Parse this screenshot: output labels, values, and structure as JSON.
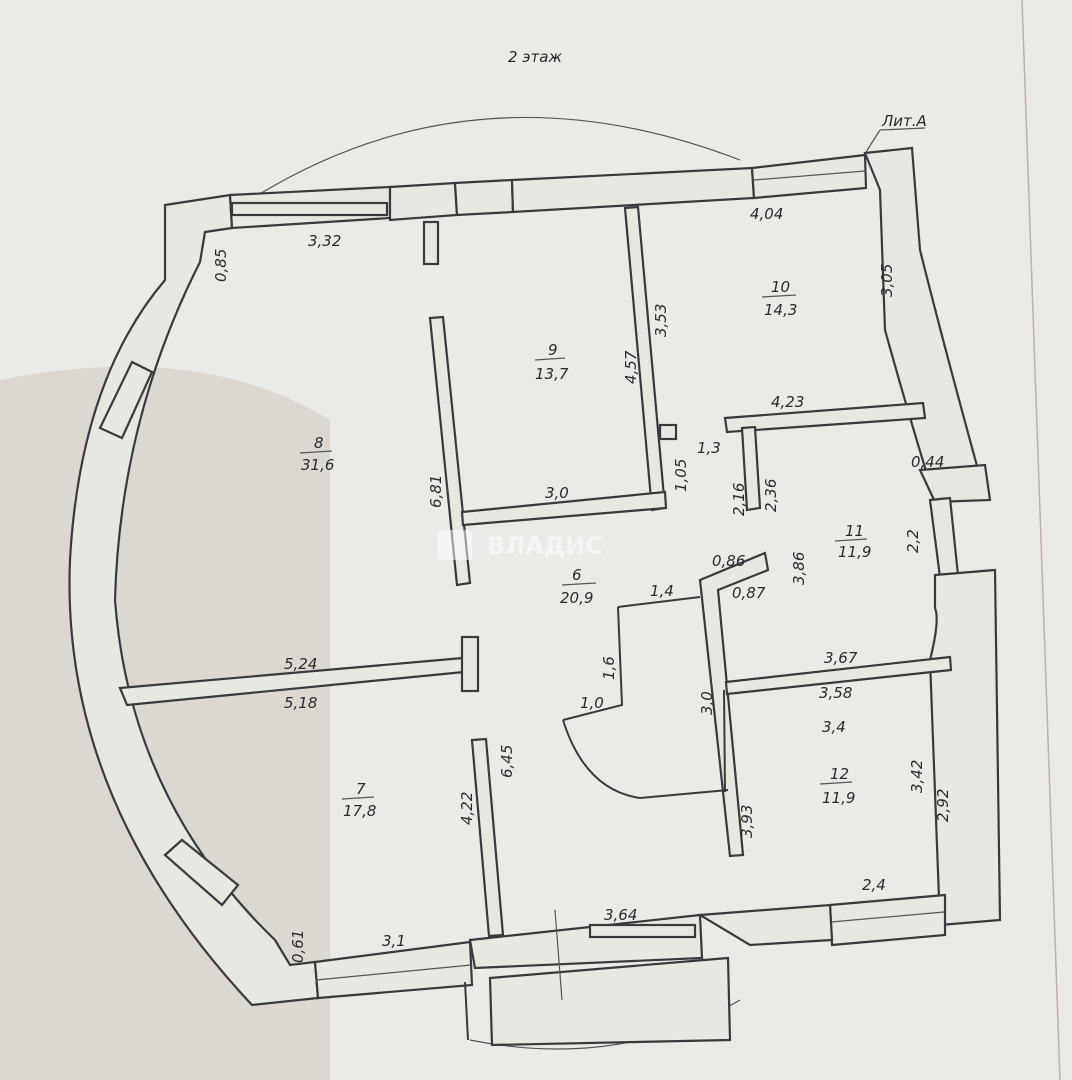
{
  "floor_title": "2 этаж",
  "building_label": "Лит.А",
  "watermark": "ВЛАДИС",
  "rooms": [
    {
      "number": "6",
      "area": "20,9"
    },
    {
      "number": "7",
      "area": "17,8"
    },
    {
      "number": "8",
      "area": "31,6"
    },
    {
      "number": "9",
      "area": "13,7"
    },
    {
      "number": "10",
      "area": "14,3"
    },
    {
      "number": "11",
      "area": "11,9"
    },
    {
      "number": "12",
      "area": "11,9"
    }
  ],
  "dimensions": [
    "3,32",
    "0,85",
    "4,04",
    "3,05",
    "3,53",
    "4,57",
    "4,23",
    "0,44",
    "1,3",
    "1,05",
    "3,0",
    "6,81",
    "2,16",
    "2,36",
    "2,2",
    "0,86",
    "0,87",
    "1,4",
    "3,86",
    "5,24",
    "5,18",
    "1,6",
    "1,0",
    "3,0",
    "3,67",
    "3,58",
    "3,4",
    "3,42",
    "2,92",
    "6,45",
    "4,22",
    "3,93",
    "2,4",
    "3,64",
    "3,1",
    "0,61"
  ]
}
